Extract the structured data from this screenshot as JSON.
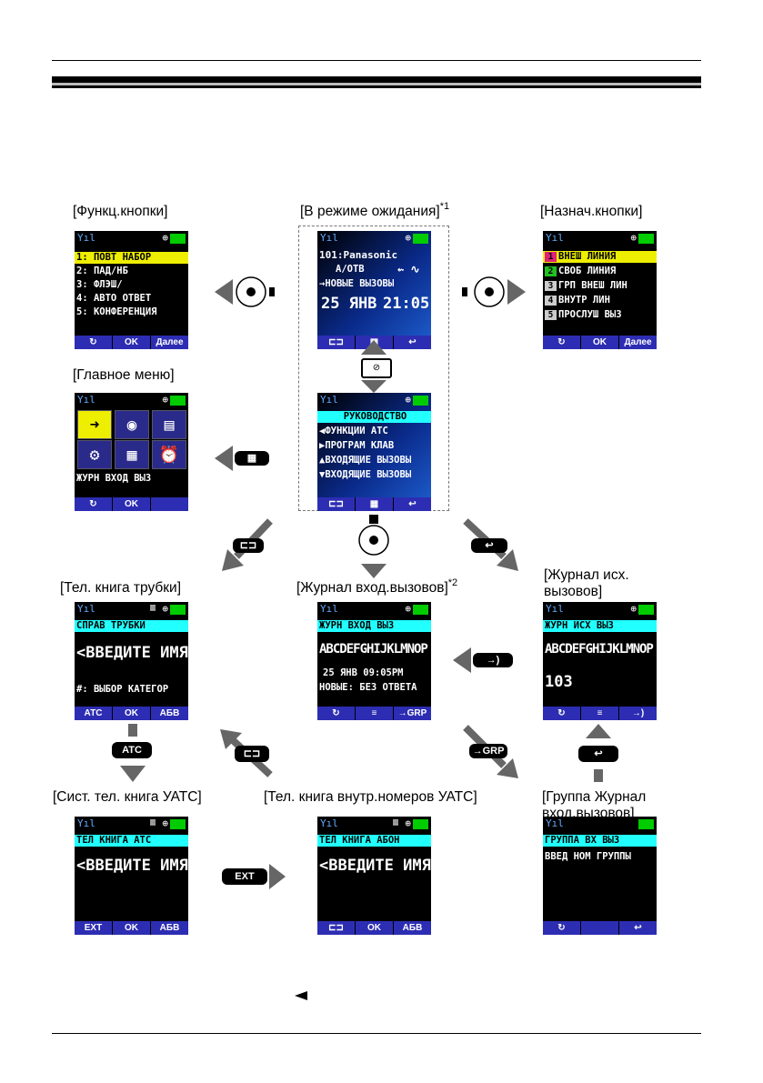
{
  "captions": {
    "func_keys": "[Функц.кнопки]",
    "standby": "[В режиме ожидания]",
    "standby_note": "*1",
    "assign_keys": "[Назнач.кнопки]",
    "main_menu": "[Главное меню]",
    "phonebook": "[Тел. книга трубки]",
    "incoming_log": "[Журнал вход.вызовов]",
    "incoming_log_note": "*2",
    "outgoing_log": "[Журнал исх. вызовов]",
    "pbx_phonebook": "[Сист. тел. книга УАТС]",
    "ext_phonebook": "[Тел. книга внутр.номеров УАТС]",
    "group_log": "[Группа Журнал вход.вызовов]"
  },
  "screens": {
    "func": {
      "rows": [
        "1: ПОВТ НАБОР",
        "2: ПАД/НБ",
        "3: ФЛЭШ/",
        "4: АВТО ОТВЕТ",
        "5: КОНФЕРЕНЦИЯ"
      ],
      "softkeys": [
        "↻",
        "OK",
        "Далее"
      ]
    },
    "standby": {
      "line1": "101:Panasonic",
      "line2": "А/ОТВ",
      "line3": "НОВЫЕ ВЫЗОВЫ",
      "date": "25 ЯНВ",
      "time": "21:05",
      "softkeys": [
        "⊏⊐",
        "▦",
        "↩"
      ]
    },
    "assign": {
      "rows": [
        {
          "num": "1",
          "label": "ВНЕШ ЛИНИЯ",
          "color": "#e0207a"
        },
        {
          "num": "2",
          "label": "СВОБ ЛИНИЯ",
          "color": "#22c022"
        },
        {
          "num": "3",
          "label": "ГРП ВНЕШ ЛИН",
          "color": "#cccccc"
        },
        {
          "num": "4",
          "label": "ВНУТР ЛИН",
          "color": "#cccccc"
        },
        {
          "num": "5",
          "label": "ПРОСЛУШ ВЫЗ",
          "color": "#cccccc"
        }
      ],
      "softkeys": [
        "↻",
        "OK",
        "Далее"
      ]
    },
    "menu": {
      "label": "ЖУРН ВХОД ВЫЗ",
      "softkeys": [
        "↻",
        "OK",
        ""
      ]
    },
    "guide": {
      "title": "РУКОВОДСТВО",
      "rows": [
        "◀ФУНКЦИИ АТС",
        "▶ПРОГРАМ КЛАВ",
        "▲ВХОДЯЩИЕ ВЫЗОВЫ",
        "▼ВХОДЯЩИЕ ВЫЗОВЫ"
      ],
      "softkeys": [
        "⊏⊐",
        "▦",
        "↩"
      ]
    },
    "phonebook": {
      "title": "СПРАВ ТРУБКИ",
      "prompt": "<ВВЕДИТЕ ИМЯ>",
      "hint": "#: ВЫБОР КАТЕГОР",
      "softkeys": [
        "АТС",
        "OK",
        "АБВ"
      ]
    },
    "incoming": {
      "title": "ЖУРН ВХОД ВЫЗ",
      "name": "ABCDEFGHIJKLMNOP",
      "date": "25 ЯНВ   09:05PM",
      "status": "НОВЫЕ: БЕЗ ОТВЕТА",
      "softkeys": [
        "↻",
        "≡",
        "→GRP"
      ]
    },
    "outgoing": {
      "title": "ЖУРН ИСХ ВЫЗ",
      "name": "ABCDEFGHIJKLMNOP",
      "number": "103",
      "softkeys": [
        "↻",
        "≡",
        "→)"
      ]
    },
    "pbx": {
      "title": "ТЕЛ КНИГА АТС",
      "prompt": "<ВВЕДИТЕ ИМЯ>",
      "softkeys": [
        "EXT",
        "OK",
        "АБВ"
      ]
    },
    "ext": {
      "title": "ТЕЛ КНИГА АБОН",
      "prompt": "<ВВЕДИТЕ ИМЯ>",
      "softkeys": [
        "⊏⊐",
        "OK",
        "АБВ"
      ]
    },
    "group": {
      "title": "ГРУППА ВХ ВЫЗ",
      "line": "ВВЕД НОМ ГРУППЫ",
      "softkeys": [
        "↻",
        "",
        "↩"
      ]
    }
  },
  "keys": {
    "menu_key": "▦",
    "atc_key": "ATC",
    "ext_key": "EXT",
    "grp_key": "→GRP",
    "book_key": "⊏⊐",
    "back_key": "↩",
    "call_key": "→)"
  }
}
